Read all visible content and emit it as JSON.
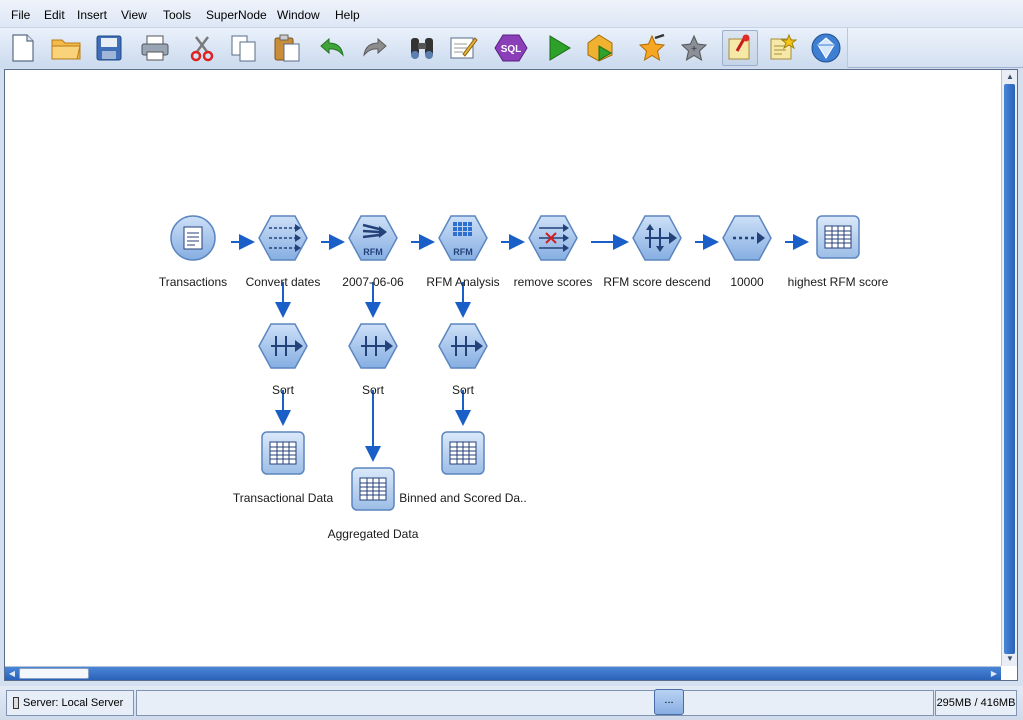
{
  "menu": [
    {
      "label": "File",
      "name": "menu-file"
    },
    {
      "label": "Edit",
      "name": "menu-edit"
    },
    {
      "label": "Insert",
      "name": "menu-insert"
    },
    {
      "label": "View",
      "name": "menu-view"
    },
    {
      "label": "Tools",
      "name": "menu-tools"
    },
    {
      "label": "SuperNode",
      "name": "menu-supernode"
    },
    {
      "label": "Window",
      "name": "menu-window"
    },
    {
      "label": "Help",
      "name": "menu-help"
    }
  ],
  "toolbar": {
    "icons": [
      "new-stream-icon",
      "open-folder-icon",
      "save-icon",
      "print-icon",
      "cut-icon",
      "copy-icon",
      "paste-icon",
      "undo-icon",
      "redo-icon",
      "find-binoculars-icon",
      "edit-stream-icon",
      "sql-icon",
      "run-icon",
      "run-selection-icon",
      "favorite-star-icon",
      "star-plus-icon",
      "annotation-pin-icon",
      "comment-icon",
      "model-gem-icon"
    ],
    "sql_label": "SQL"
  },
  "stream": {
    "nodes": {
      "transactions": {
        "label": "Transactions",
        "icon": "source-file-icon"
      },
      "convert_dates": {
        "label": "Convert dates",
        "icon": "derive-icon"
      },
      "date_filter": {
        "label": "2007-06-06",
        "icon": "rfm-aggregate-icon",
        "badge": "RFM"
      },
      "rfm_analysis": {
        "label": "RFM Analysis",
        "icon": "rfm-analysis-icon",
        "badge": "RFM"
      },
      "remove_scores": {
        "label": "remove scores",
        "icon": "filter-icon"
      },
      "rfm_score_descend": {
        "label": "RFM score descend",
        "icon": "sort-icon"
      },
      "sample_10000": {
        "label": "10000",
        "icon": "sample-icon"
      },
      "highest_rfm_score": {
        "label": "highest RFM score",
        "icon": "table-icon"
      },
      "sort_1": {
        "label": "Sort",
        "icon": "sort-icon"
      },
      "sort_2": {
        "label": "Sort",
        "icon": "sort-icon"
      },
      "sort_3": {
        "label": "Sort",
        "icon": "sort-icon"
      },
      "transactional_data": {
        "label": "Transactional Data",
        "icon": "table-icon"
      },
      "aggregated_data": {
        "label": "Aggregated Data",
        "icon": "table-icon"
      },
      "binned_scored": {
        "label": "Binned and Scored Da..",
        "icon": "table-icon"
      }
    }
  },
  "status": {
    "server": "Server: Local Server",
    "dots": "...",
    "memory": "295MB / 416MB"
  },
  "colors": {
    "arrow": "#1a5fc8",
    "node_fill": "#9fc0e8",
    "node_edge": "#5b86bf",
    "scroll": "#2a62b8"
  }
}
